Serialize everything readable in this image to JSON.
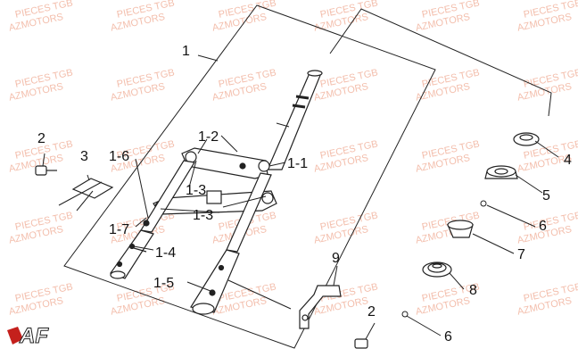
{
  "watermark": {
    "line1": "PIECES TGB",
    "line2": "AZMOTORS",
    "color": "#f2b8a4"
  },
  "callouts": {
    "c1": "1",
    "c1_1": "1-1",
    "c1_2": "1-2",
    "c1_3a": "1-3",
    "c1_3b": "1-3",
    "c1_4": "1-4",
    "c1_5": "1-5",
    "c1_6": "1-6",
    "c1_7": "1-7",
    "c2a": "2",
    "c2b": "2",
    "c3": "3",
    "c4": "4",
    "c5": "5",
    "c6a": "6",
    "c6b": "6",
    "c7": "7",
    "c8": "8",
    "c9": "9"
  },
  "logo": {
    "text": "AF",
    "color": "#c4201c"
  }
}
